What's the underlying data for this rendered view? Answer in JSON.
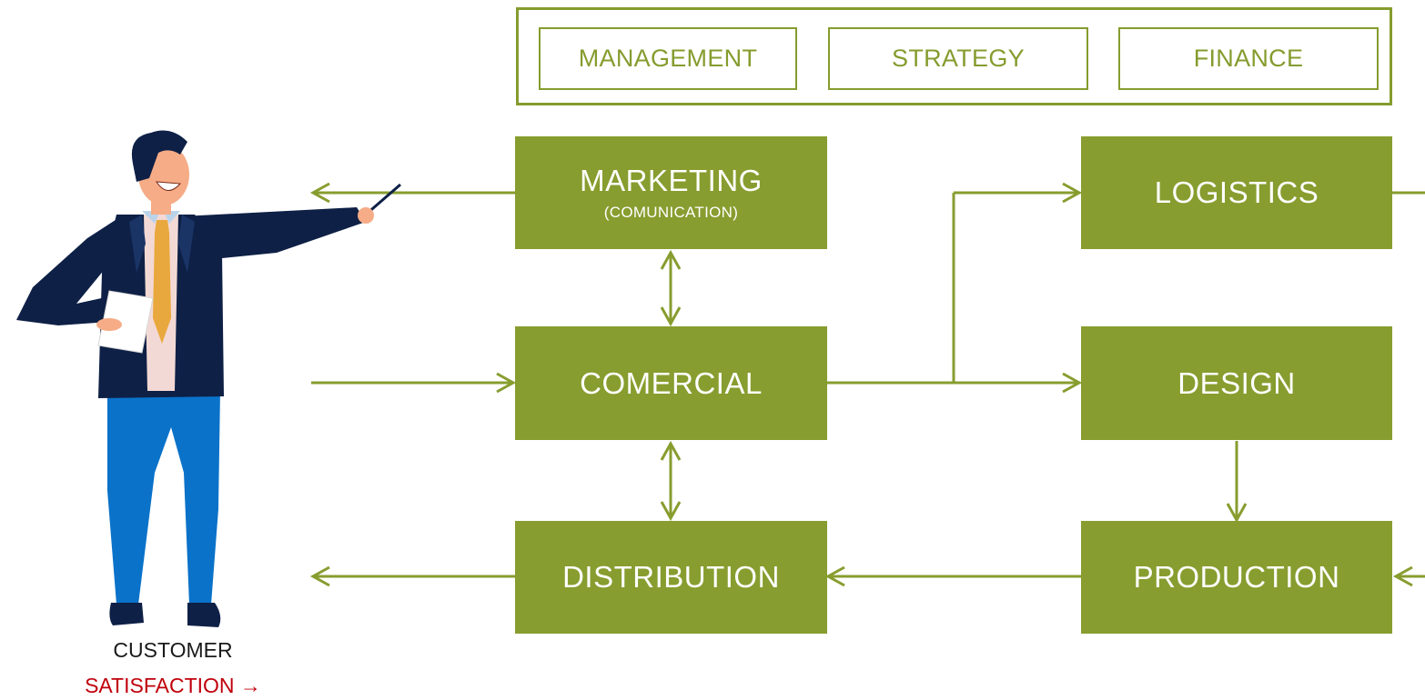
{
  "top_row": {
    "management": "MANAGEMENT",
    "strategy": "STRATEGY",
    "finance": "FINANCE"
  },
  "nodes": {
    "marketing": {
      "label": "MARKETING",
      "sublabel": "(COMUNICATION)"
    },
    "comercial": {
      "label": "COMERCIAL"
    },
    "distribution": {
      "label": "DISTRIBUTION"
    },
    "logistics": {
      "label": "LOGISTICS"
    },
    "design": {
      "label": "DESIGN"
    },
    "production": {
      "label": "PRODUCTION"
    }
  },
  "customer": {
    "label": "CUSTOMER",
    "satisfaction": "SATISFACTION",
    "arrow": "→"
  },
  "colors": {
    "green": "#879d2f",
    "accent_red": "#c0000b",
    "suit": "#0e2046",
    "trousers": "#0a72c9",
    "tie": "#e9a83d",
    "skin": "#f6ac86"
  }
}
